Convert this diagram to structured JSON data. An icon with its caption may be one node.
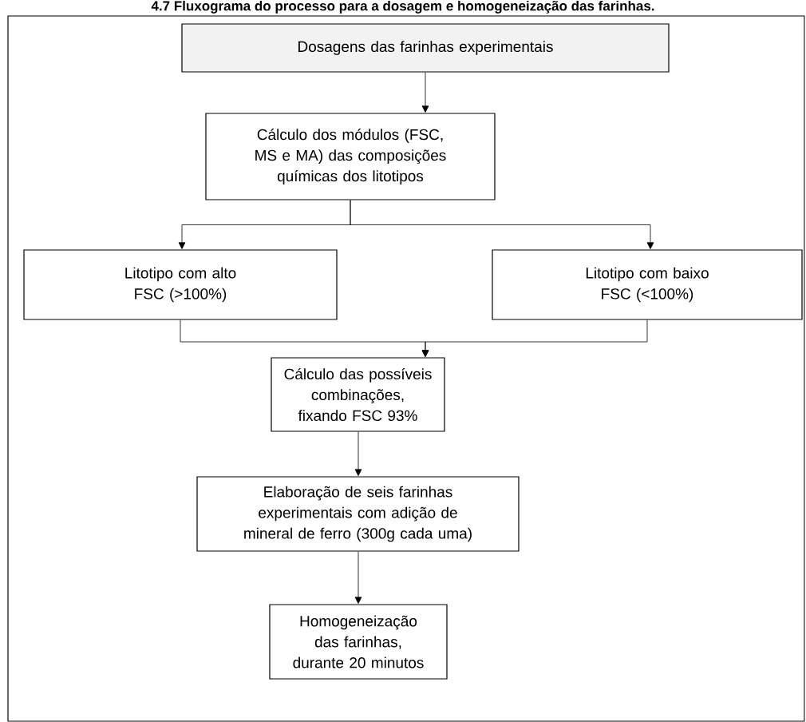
{
  "diagram": {
    "title": "4.7 Fluxograma do processo para a dosagem e homogeneização das farinhas.",
    "nodes": [
      {
        "text": [
          "Dosagens das farinhas experimentais"
        ]
      },
      {
        "text": [
          "Cálculo dos módulos (FSC, MS e MA) das composições químicas dos litotipos"
        ]
      },
      {
        "text": [
          "Litotipo com alto FSC (>100%)"
        ]
      },
      {
        "text": [
          "Litotipo com baixo FSC (<100%)"
        ]
      },
      {
        "text": [
          "Cálculo das possíveis combinações, fixando FSC 93%"
        ]
      },
      {
        "text": [
          "Elaboração de seis farinhas experimentais com adição de mineral de ferro (300g cada uma)"
        ]
      },
      {
        "text": [
          "Homogeneização das farinhas, durante 20 minutos"
        ]
      }
    ],
    "edges": [
      {
        "from": 0,
        "to": 1,
        "arrow": "to"
      },
      {
        "from": 1,
        "to": 2,
        "arrow": "to"
      },
      {
        "from": 1,
        "to": 3,
        "arrow": "to"
      },
      {
        "from": 2,
        "to": 4,
        "arrow": "to"
      },
      {
        "from": 3,
        "to": 4,
        "arrow": "to"
      },
      {
        "from": 4,
        "to": 5,
        "arrow": "to"
      },
      {
        "from": 5,
        "to": 6,
        "arrow": "to"
      }
    ]
  }
}
